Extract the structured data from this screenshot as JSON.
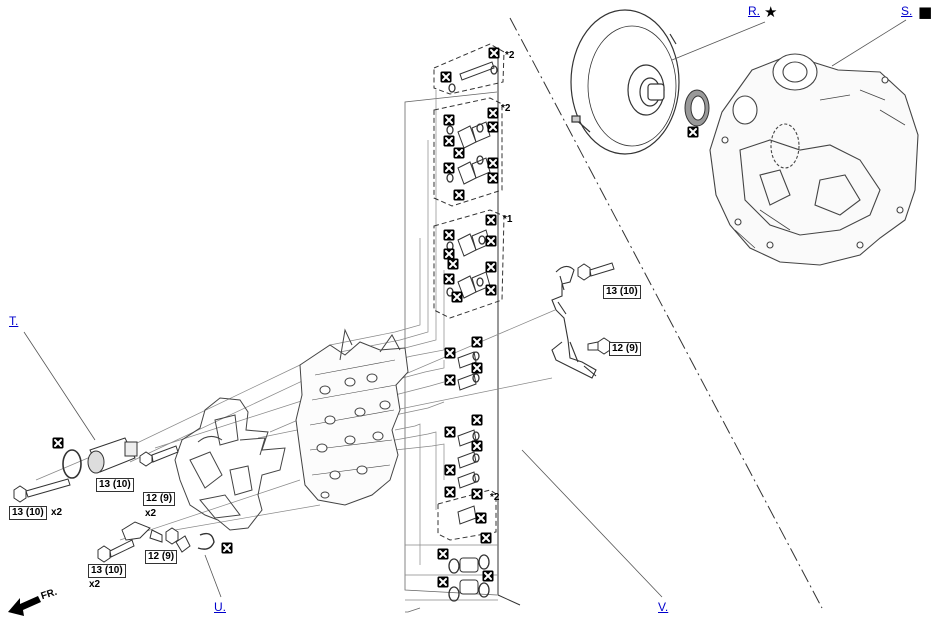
{
  "refs": {
    "R": "R.",
    "S": "S.",
    "T": "T.",
    "U": "U.",
    "V": "V."
  },
  "torque": {
    "t1": "13 (10)",
    "t2": "12 (9)",
    "t3": "13 (10)",
    "t4": "12 (9)",
    "t5": "13 (10)",
    "t6": "12 (9)",
    "t7": "13 (10)"
  },
  "qty": {
    "q1": "x2",
    "q2": "x2",
    "q3": "x2"
  },
  "notes": {
    "n1": "*2",
    "n2": "*2",
    "n3": "*1",
    "n4": "*2"
  },
  "front_label": "FR.",
  "symbols": {
    "star": "★",
    "square": "■"
  },
  "icons": {
    "replace_part": "x-box-icon",
    "front_arrow": "arrow-icon"
  }
}
